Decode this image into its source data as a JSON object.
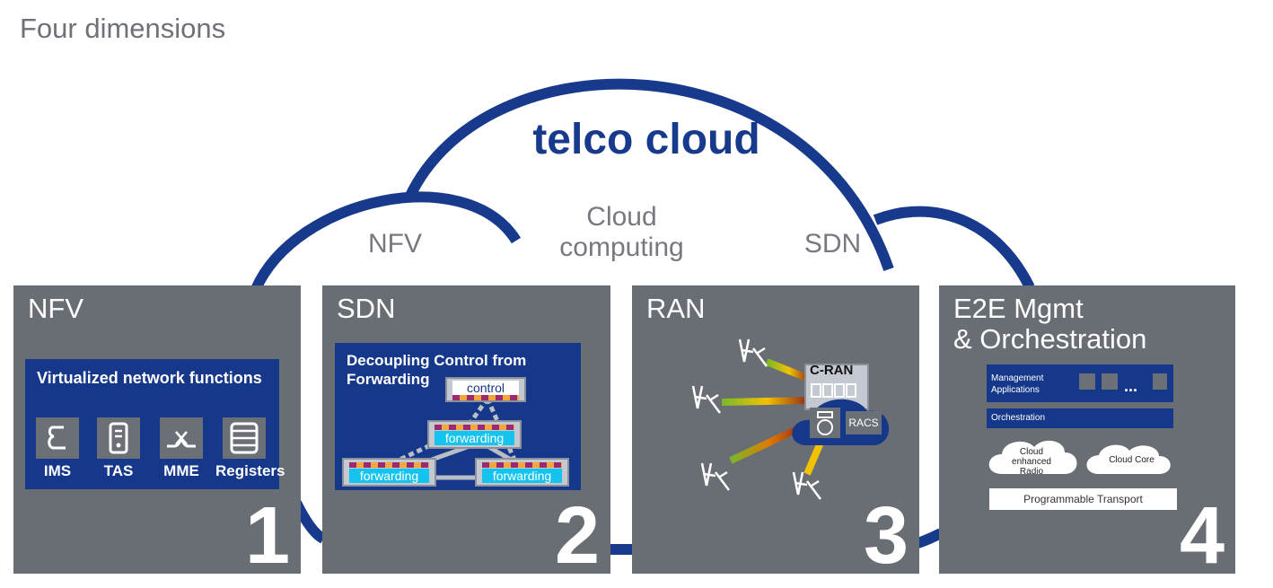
{
  "page": {
    "title": "Four dimensions"
  },
  "cloud": {
    "main_label": "telco cloud",
    "left_label": "NFV",
    "center_label_line1": "Cloud",
    "center_label_line2": "computing",
    "right_label": "SDN",
    "outline_color": "#183a8c"
  },
  "panels": [
    {
      "title": "NFV",
      "number": "1",
      "box_title": "Virtualized network functions",
      "items": [
        {
          "label": "IMS",
          "icon": "ims-icon"
        },
        {
          "label": "TAS",
          "icon": "tas-icon"
        },
        {
          "label": "MME",
          "icon": "mme-icon"
        },
        {
          "label": "Registers",
          "icon": "registers-icon"
        }
      ]
    },
    {
      "title": "SDN",
      "number": "2",
      "box_title_line1": "Decoupling Control from",
      "box_title_line2": "Forwarding",
      "control_label": "control",
      "forwarding_label": "forwarding"
    },
    {
      "title": "RAN",
      "number": "3",
      "cran_label": "C-RAN",
      "racs_label": "RACS"
    },
    {
      "title_line1": "E2E Mgmt",
      "title_line2": "& Orchestration",
      "number": "4",
      "mgmt_line1": "Management",
      "mgmt_line2": "Applications",
      "ellipsis": "...",
      "orchestration_label": "Orchestration",
      "cloud1_line1": "Cloud",
      "cloud1_line2": "enhanced",
      "cloud1_line3": "Radio",
      "cloud2_label": "Cloud Core",
      "transport_label": "Programmable Transport"
    }
  ],
  "colors": {
    "panel_bg": "#696d74",
    "box_blue": "#15388a",
    "accent_cyan": "#15c4ee"
  }
}
